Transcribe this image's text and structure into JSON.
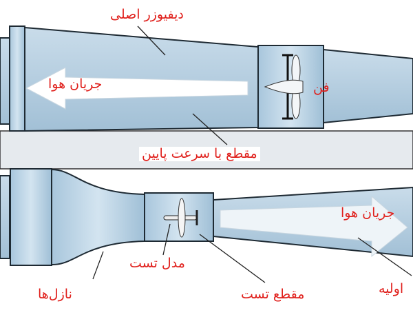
{
  "labels": {
    "main_diffuser": "دیفیوزر اصلی",
    "airflow_top": "جریان هوا",
    "fan": "فن",
    "low_speed_section": "مقطع با سرعت پایین",
    "test_model": "مدل تست",
    "nozzles": "نازل‌ها",
    "test_section": "مقطع تست",
    "airflow_bottom": "جریان هوا",
    "primary_diffuser_partial": "اولیه"
  },
  "colors": {
    "label": "#e0201c",
    "tunnel": "#b9d3e6",
    "tunnel_dark": "#8fb2cc",
    "outline": "#1e2a33",
    "arrow": "#ffffff"
  }
}
